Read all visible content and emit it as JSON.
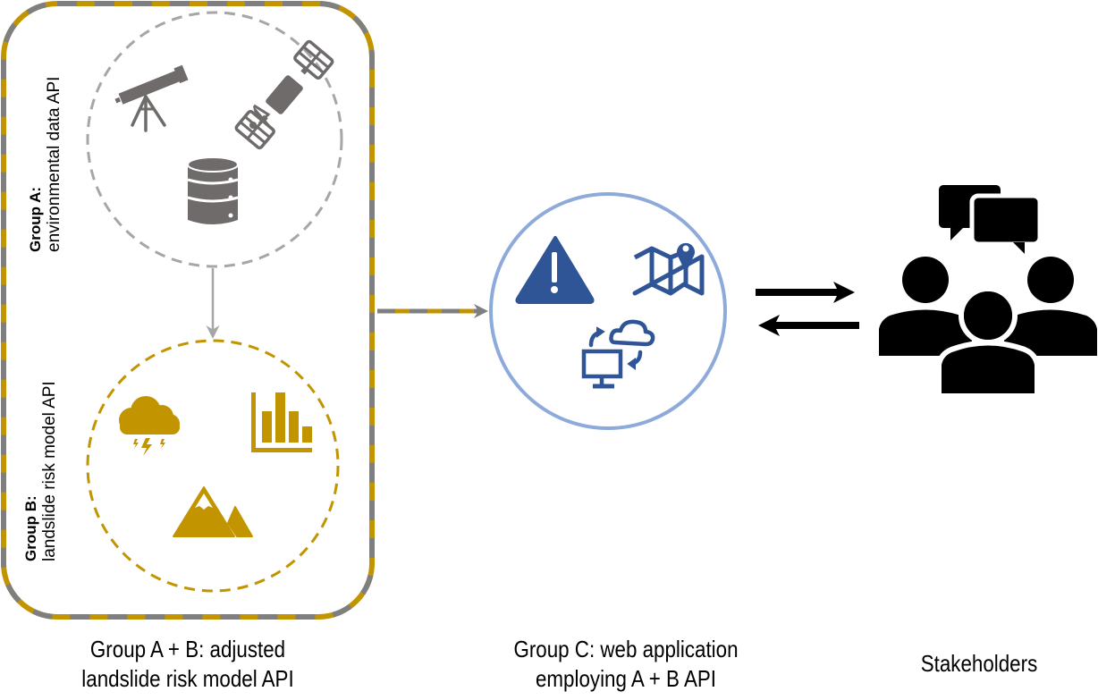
{
  "colors": {
    "group_a": "#a6a6a6",
    "group_a_icon": "#6f6b6b",
    "group_b": "#c29400",
    "group_c_ring": "#8eaadb",
    "group_c_icon": "#2f5597",
    "outer_dash_gold": "#c29400",
    "outer_dash_gray": "#7f7f7f",
    "stakeholders": "#000000"
  },
  "group_a": {
    "title": "Group A:",
    "subtitle": "environmental data API",
    "icons": [
      "telescope-icon",
      "satellite-icon",
      "database-icon"
    ]
  },
  "group_b": {
    "title": "Group B:",
    "subtitle": "landslide risk model API",
    "icons": [
      "thunderstorm-cloud-icon",
      "bar-chart-icon",
      "mountain-icon"
    ]
  },
  "group_c": {
    "icons": [
      "warning-icon",
      "map-pin-icon",
      "cloud-sync-computer-icon"
    ]
  },
  "stakeholders": {
    "icons": [
      "speech-bubbles-icon",
      "people-group-icon"
    ]
  },
  "captions": {
    "ab_line1": "Group A + B: adjusted",
    "ab_line2": "landslide risk model API",
    "c_line1": "Group C: web application",
    "c_line2": "employing A + B API",
    "stakeholders": "Stakeholders"
  },
  "connections": [
    {
      "from": "group_a",
      "to": "group_b",
      "style": "solid-gray-arrow"
    },
    {
      "from": "group_ab",
      "to": "group_c",
      "style": "dashed-gold-gray-arrow"
    },
    {
      "from": "group_c",
      "to": "stakeholders",
      "style": "black-arrow"
    },
    {
      "from": "stakeholders",
      "to": "group_c",
      "style": "black-arrow"
    }
  ]
}
